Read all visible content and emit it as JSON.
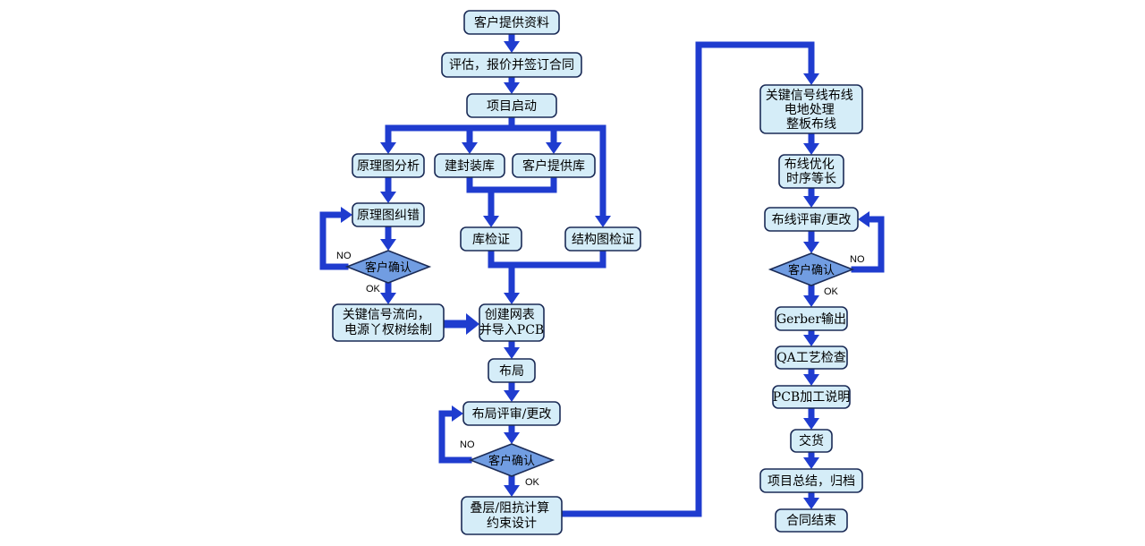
{
  "diagram": {
    "nodes": {
      "customer_materials": "客户提供资料",
      "evaluation_contract": "评估，报价并签订合同",
      "project_kickoff": "项目启动",
      "schematic_analysis": "原理图分析",
      "footprint_library": "建封装库",
      "customer_library": "客户提供库",
      "schematic_correction": "原理图纠错",
      "schematic_confirm": "客户确认",
      "library_check": "库检证",
      "structure_check": "结构图检证",
      "signal_power_tree": [
        "关键信号流向，",
        "电源丫杈树绘制"
      ],
      "netlist_import": [
        "创建网表",
        "并导入PCB"
      ],
      "placement": "布局",
      "placement_review": "布局评审/更改",
      "placement_confirm": "客户确认",
      "stackup_constraints": [
        "叠层/阻抗计算",
        "约束设计"
      ],
      "routing": [
        "关键信号线布线",
        "电地处理",
        "整板布线"
      ],
      "routing_optimization": [
        "布线优化",
        "时序等长"
      ],
      "routing_review": "布线评审/更改",
      "routing_confirm": "客户确认",
      "gerber_output": "Gerber输出",
      "qa_check": "QA工艺检查",
      "fab_notes": "PCB加工说明",
      "delivery": "交货",
      "summary_archive": "项目总结，归档",
      "contract_end": "合同结束"
    },
    "edge_labels": {
      "schematic_no": "NO",
      "schematic_ok": "OK",
      "placement_no": "NO",
      "placement_ok": "OK",
      "routing_no": "NO",
      "routing_ok": "OK"
    }
  },
  "colors": {
    "connector": "#1f3ccf",
    "process_fill": "#d5edf8",
    "decision_fill": "#719de2",
    "outline": "#1b2b56",
    "text": "#000000"
  }
}
